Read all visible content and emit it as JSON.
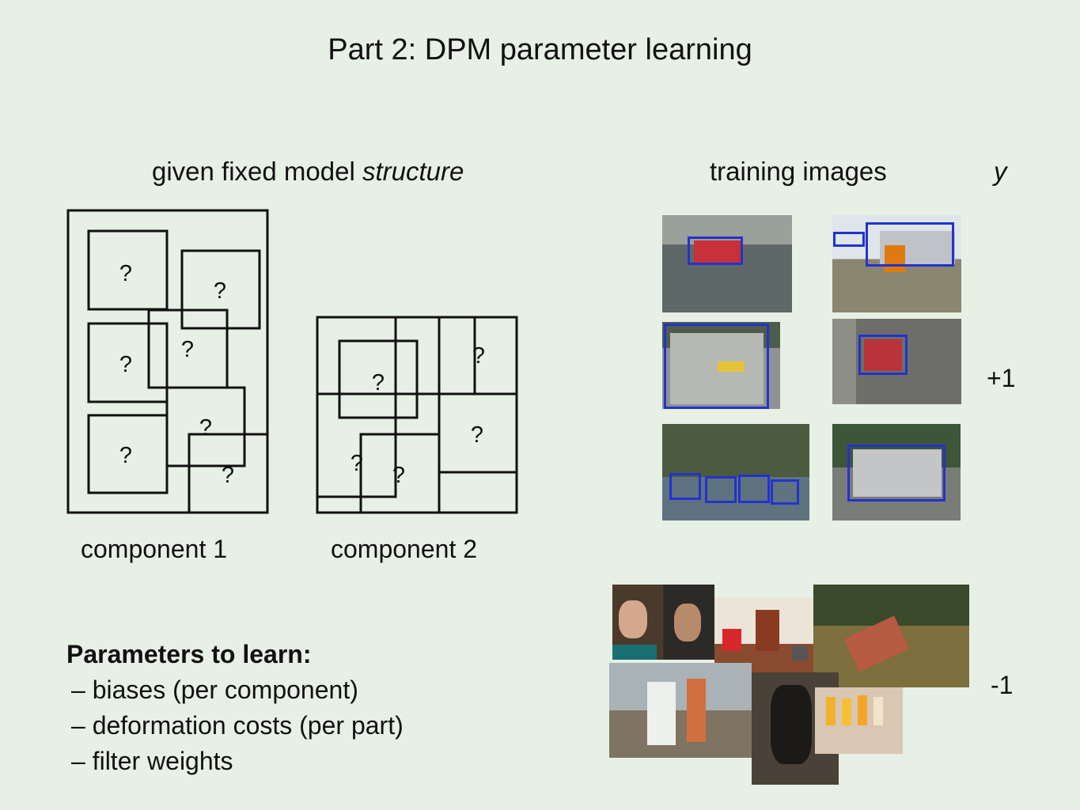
{
  "title": "Part 2: DPM parameter learning",
  "header": {
    "structure_prefix": "given fixed model ",
    "structure_emph": "structure",
    "training_images": "training images",
    "y_label": "y"
  },
  "model": {
    "part_mark": "?",
    "component1_label": "component 1",
    "component2_label": "component 2"
  },
  "labels": {
    "positive": "+1",
    "negative": "-1"
  },
  "params": {
    "heading": "Parameters to learn:",
    "items": [
      "– biases (per component)",
      "– deformation costs (per part)",
      "– filter weights"
    ]
  },
  "colors": {
    "background": "#e6f0e4",
    "box": "#2233cc",
    "line": "#111111"
  }
}
